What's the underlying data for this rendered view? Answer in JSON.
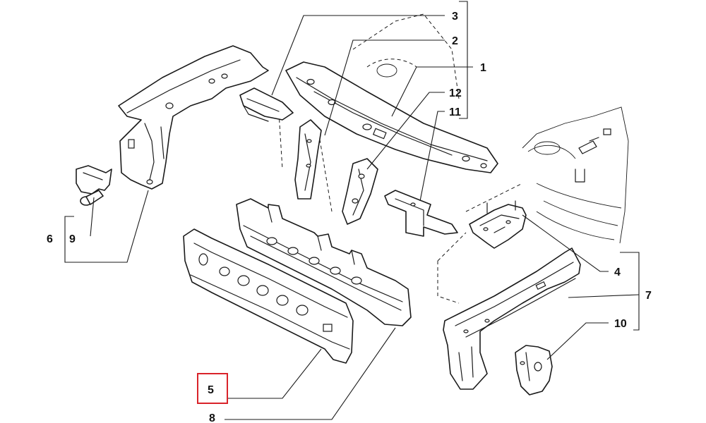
{
  "callouts": {
    "c1": "1",
    "c2": "2",
    "c3": "3",
    "c4": "4",
    "c5": "5",
    "c6": "6",
    "c7": "7",
    "c8": "8",
    "c9": "9",
    "c10": "10",
    "c11": "11",
    "c12": "12"
  },
  "colors": {
    "line": "#1a1a1a",
    "highlight": "#d9232a",
    "background": "#ffffff"
  }
}
